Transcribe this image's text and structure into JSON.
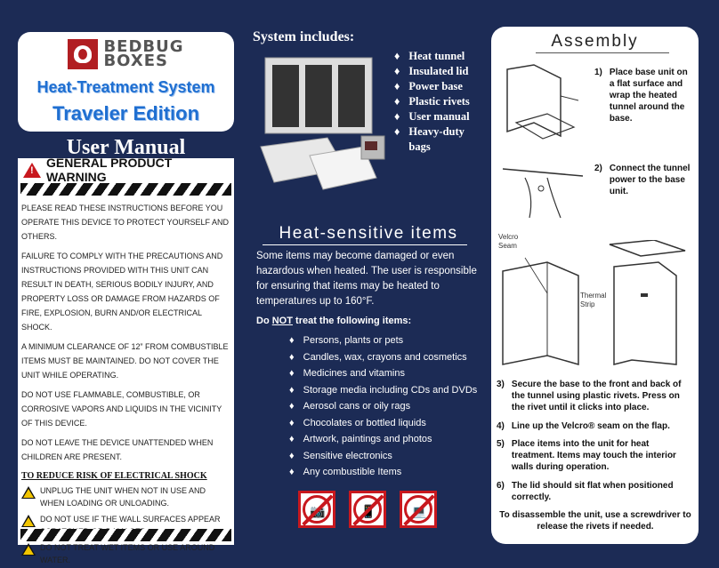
{
  "left": {
    "logo": {
      "line1": "BEDBUG",
      "line2": "BOXES"
    },
    "subtitle1": "Heat-Treatment System",
    "subtitle2": "Traveler Edition",
    "user_manual": "User Manual",
    "warning": {
      "title": "GENERAL PRODUCT WARNING",
      "paragraphs": [
        "PLEASE READ THESE INSTRUCTIONS BEFORE YOU OPERATE THIS DEVICE TO PROTECT YOURSELF AND OTHERS.",
        "FAILURE TO COMPLY WITH THE PRECAUTIONS AND INSTRUCTIONS PROVIDED WITH THIS UNIT CAN RESULT IN DEATH, SERIOUS BODILY INJURY, AND PROPERTY LOSS OR DAMAGE FROM HAZARDS OF FIRE, EXPLOSION, BURN AND/OR ELECTRICAL SHOCK.",
        "A MINIMUM CLEARANCE OF 12” FROM COMBUSTIBLE ITEMS MUST BE MAINTAINED. DO NOT COVER THE UNIT WHILE OPERATING.",
        "DO NOT USE FLAMMABLE, COMBUSTIBLE, OR CORROSIVE VAPORS AND LIQUIDS IN THE VICINITY OF THIS DEVICE.",
        "DO NOT LEAVE THE DEVICE UNATTENDED WHEN CHILDREN ARE PRESENT."
      ],
      "electrical_title": "TO REDUCE RISK OF ELECTRICAL SHOCK",
      "electrical_items": [
        "UNPLUG THE UNIT WHEN NOT IN USE AND WHEN LOADING OR UNLOADING.",
        "DO NOT USE IF THE WALL SURFACES APPEAR SCRATCHED OR DAMAGED.",
        "DO NOT TREAT WET ITEMS OR USE AROUND WATER."
      ]
    }
  },
  "middle": {
    "system_title": "System includes:",
    "system_items": [
      "Heat tunnel",
      "Insulated lid",
      "Power base",
      "Plastic rivets",
      "User manual",
      "Heavy-duty bags"
    ],
    "heat_title": "Heat-sensitive items",
    "heat_desc": "Some items may become damaged or even hazardous when heated.  The user is responsible for ensuring that items may be heated to temperatures up to 160°F.",
    "donot_prefix": "Do ",
    "donot_word": "NOT",
    "donot_suffix": " treat the following items:",
    "donot_items": [
      "Persons, plants or pets",
      "Candles, wax, crayons and cosmetics",
      "Medicines and vitamins",
      "Storage media including CDs and DVDs",
      "Aerosol cans or oily rags",
      "Chocolates or bottled liquids",
      "Artwork, paintings and photos",
      "Sensitive electronics",
      "Any combustible Items"
    ],
    "bullet": "♦"
  },
  "right": {
    "title": "Assembly",
    "steps": [
      {
        "n": "1)",
        "text": "Place base unit on a flat surface and wrap the heated tunnel around the base."
      },
      {
        "n": "2)",
        "text": "Connect the tunnel power to the base unit."
      },
      {
        "n": "3)",
        "text": "Secure the base to the front and back of the tunnel using plastic rivets. Press on the rivet until it clicks into place."
      },
      {
        "n": "4)",
        "text": "Line up the Velcro® seam on the flap."
      },
      {
        "n": "5)",
        "text": "Place items into the unit for heat treatment. Items may touch the interior walls during operation."
      },
      {
        "n": "6)",
        "text": "The lid should sit flat when positioned correctly."
      }
    ],
    "label_velcro": "Velcro Seam",
    "label_thermal": "Thermal Strip",
    "closing": "To disassemble the unit, use a screwdriver to release the rivets if needed."
  },
  "colors": {
    "background": "#1c2b55",
    "brand_red": "#b11e22",
    "title_blue": "#1f6fd1"
  }
}
